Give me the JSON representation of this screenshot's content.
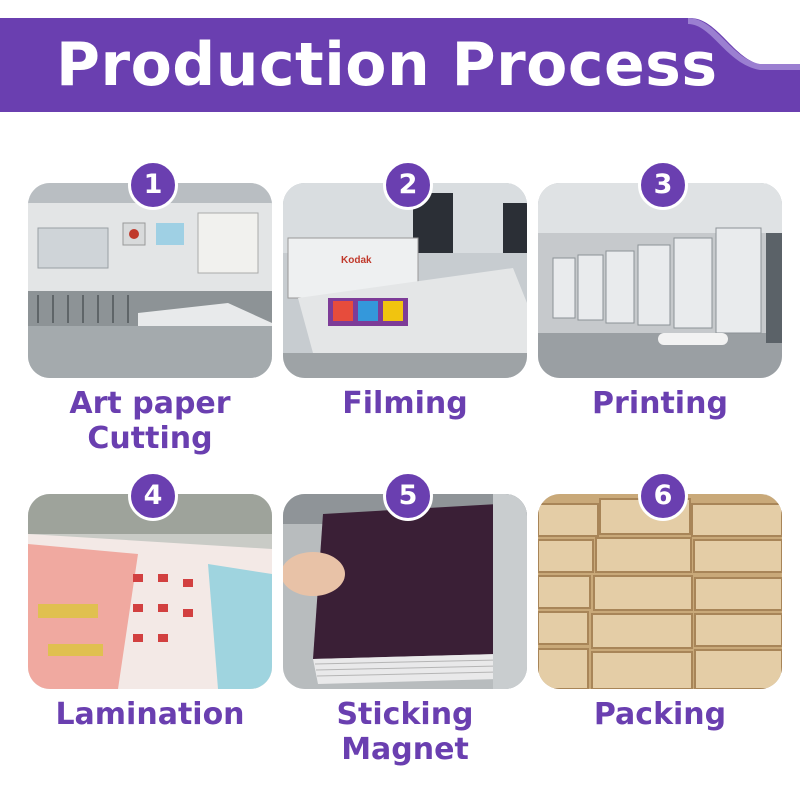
{
  "header": {
    "title": "Production Process",
    "color": "#6a3fb0"
  },
  "steps": [
    {
      "number": "1",
      "label_line1": "Art paper",
      "label_line2": "Cutting",
      "photo": "paper-cutting-machine-photo"
    },
    {
      "number": "2",
      "label_line1": "Filming",
      "label_line2": "",
      "photo": "kodak-filming-machine-photo"
    },
    {
      "number": "3",
      "label_line1": "Printing",
      "label_line2": "",
      "photo": "offset-printing-press-photo"
    },
    {
      "number": "4",
      "label_line1": "Lamination",
      "label_line2": "",
      "photo": "laminated-print-sheet-photo"
    },
    {
      "number": "5",
      "label_line1": "Sticking",
      "label_line2": "Magnet",
      "photo": "magnet-sheet-stack-photo"
    },
    {
      "number": "6",
      "label_line1": "Packing",
      "label_line2": "",
      "photo": "cardboard-boxes-photo"
    }
  ],
  "colors": {
    "accent": "#6a3fb0",
    "banner_light": "#9b7fd1"
  }
}
